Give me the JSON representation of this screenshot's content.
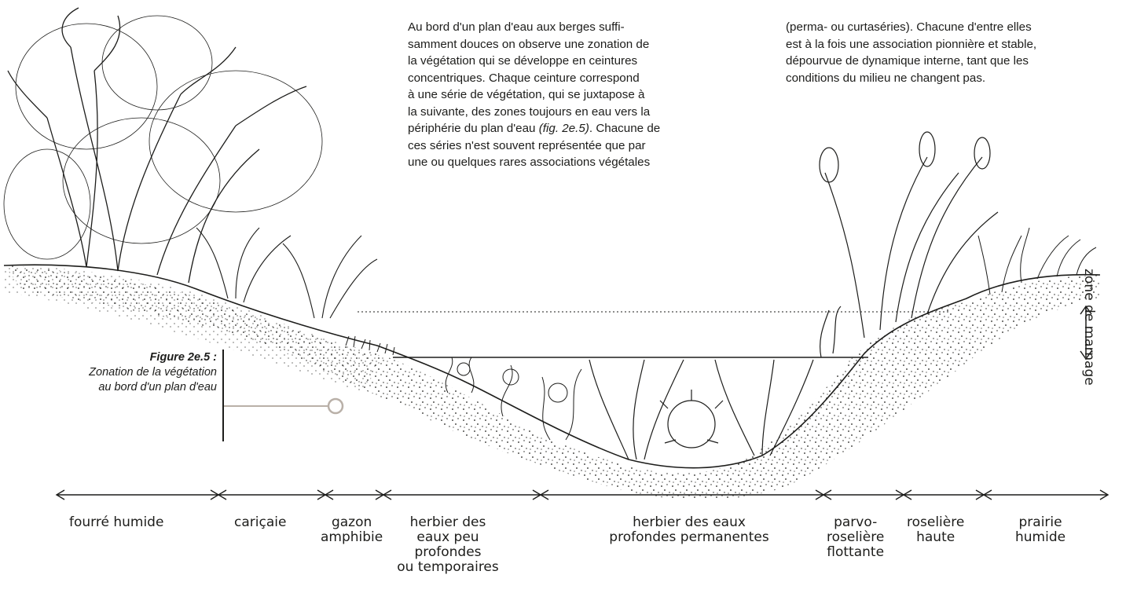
{
  "paragraph_left": {
    "line1": "Au bord d'un plan d'eau aux berges suffi-",
    "line2": "samment douces on observe une zonation de",
    "line3": "la végétation qui se développe en ceintures",
    "line4": "concentriques. Chaque ceinture correspond",
    "line5": "à une série de végétation, qui se juxtapose à",
    "line6": "la suivante, des zones toujours en eau vers la",
    "line7_a": "périphérie du plan d'eau ",
    "line7_ref": "(fig. 2e.5)",
    "line7_b": ". Chacune de",
    "line8": "ces séries n'est souvent représentée que par",
    "line9": "une ou quelques rares associations végétales"
  },
  "paragraph_right": {
    "line1": "(perma- ou curtaséries). Chacune d'entre elles",
    "line2": "est à la fois une association pionnière et stable,",
    "line3": "dépourvue de dynamique interne, tant que les",
    "line4": "conditions du milieu ne changent pas."
  },
  "caption": {
    "title": "Figure 2e.5 :",
    "line1": "Zonation de la végétation",
    "line2": "au bord d'un plan d'eau"
  },
  "zone_marnage": "zone de marnage",
  "zones": [
    {
      "lines": [
        "fourré humide"
      ]
    },
    {
      "lines": [
        "cariçaie"
      ]
    },
    {
      "lines": [
        "gazon",
        "amphibie"
      ]
    },
    {
      "lines": [
        "herbier des",
        "eaux peu",
        "profondes",
        "ou temporaires"
      ]
    },
    {
      "lines": [
        "herbier des eaux",
        "profondes permanentes"
      ]
    },
    {
      "lines": [
        "parvo-",
        "roselière",
        "flottante"
      ]
    },
    {
      "lines": [
        "roselière",
        "haute"
      ]
    },
    {
      "lines": [
        "prairie",
        "humide"
      ]
    }
  ],
  "colors": {
    "ink": "#1d1d1b",
    "connector": "#b9b0a8"
  }
}
